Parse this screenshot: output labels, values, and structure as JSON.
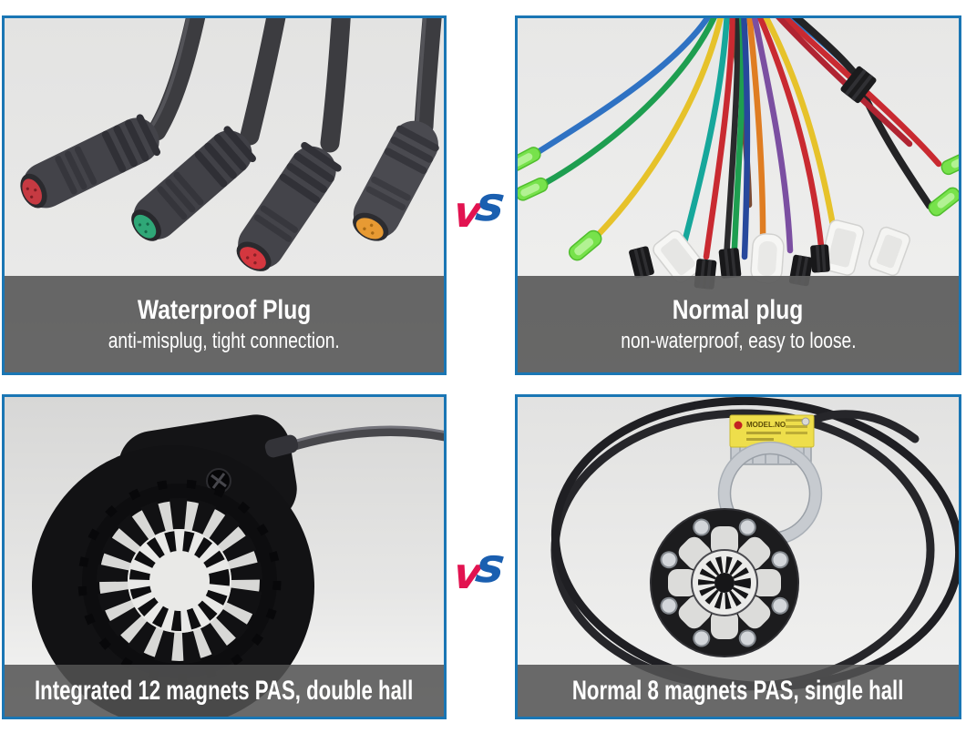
{
  "panels": {
    "waterproof_plug": {
      "title": "Waterproof Plug",
      "subtitle": "anti-misplug, tight connection.",
      "plug_tip_colors": [
        "#c63a42",
        "#2fa777",
        "#d4373f",
        "#e79a33"
      ]
    },
    "normal_plug": {
      "title": "Normal plug",
      "subtitle": "non-waterproof, easy to loose.",
      "wire_colors": [
        "#2f72c3",
        "#1e9e50",
        "#e6c22a",
        "#16a79b",
        "#c92a31",
        "#2a2a2c",
        "#27489c",
        "#df7d22",
        "#7b4fa1",
        "#7a4a32"
      ]
    },
    "integrated_pas": {
      "caption": "Integrated 12 magnets PAS, double hall"
    },
    "normal_pas": {
      "caption": "Normal 8 magnets PAS, single hall",
      "sensor_label": "MODEL.NO"
    }
  },
  "vs": {
    "v": "v",
    "s": "s"
  },
  "colors": {
    "panel_border": "#1a76b4",
    "caption_bar": "#5d5d5d",
    "caption_text": "#ffffff",
    "photo_background": "#e5e5e4",
    "vs_red": "#e21350",
    "vs_blue": "#1a5fb0"
  }
}
